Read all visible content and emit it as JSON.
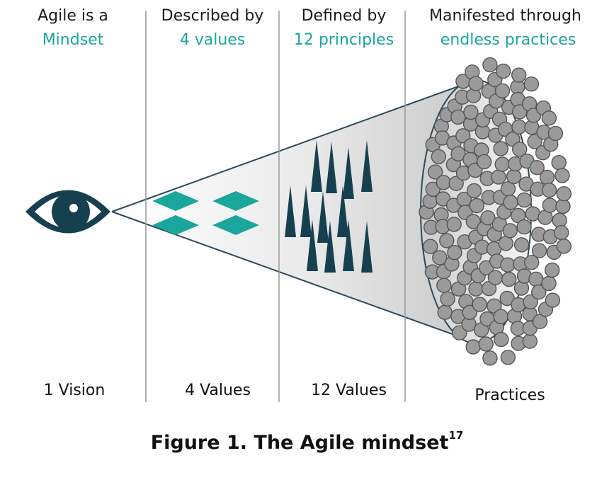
{
  "columns": [
    {
      "line1": "Agile is a",
      "line2": "Mindset",
      "bottom": "1 Vision"
    },
    {
      "line1": "Described by",
      "line2": "4 values",
      "bottom": "4 Values"
    },
    {
      "line1": "Defined by",
      "line2": "12 principles",
      "bottom": "12 Values"
    },
    {
      "line1": "Manifested through",
      "line2": "endless practices",
      "bottom": "Practices"
    }
  ],
  "caption": {
    "text": "Figure 1. The Agile mindset",
    "sup": "17"
  },
  "colors": {
    "accent": "#1aa69c",
    "navy": "#16404f",
    "divider": "#9a9a9a",
    "circle": "#9b9b9b",
    "circle_stroke": "#555555"
  }
}
